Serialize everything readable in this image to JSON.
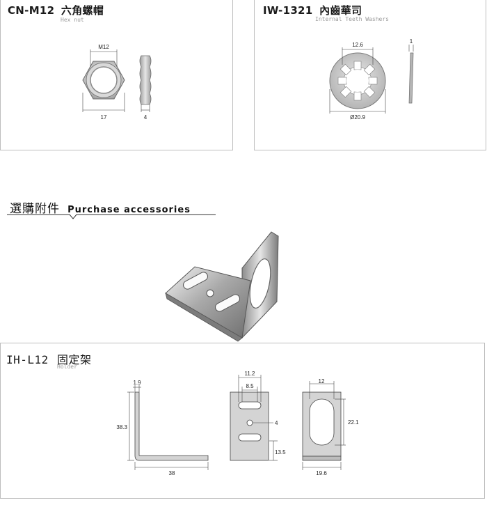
{
  "hex_nut": {
    "code": "CN-M12",
    "name_zh": "六角螺帽",
    "name_en": "Hex nut",
    "dims": {
      "thread": "M12",
      "width": "17",
      "thickness": "4"
    }
  },
  "washer": {
    "code": "IW-1321",
    "name_zh": "內齒華司",
    "name_en": "Internal Teeth Washers",
    "dims": {
      "inner": "12.6",
      "thickness": "1",
      "outer": "Ø20.9"
    }
  },
  "section": {
    "title_zh": "選購附件",
    "title_en": "Purchase accessories"
  },
  "holder": {
    "code": "IH-L12",
    "name_zh": "固定架",
    "name_en": "Holder",
    "dims": {
      "thickness": "1.9",
      "height": "38.3",
      "length": "38",
      "slot_outer": "11.2",
      "slot_inner": "8.5",
      "hole": "4",
      "bottom_offset": "13.5",
      "slot_width": "12",
      "slot_height": "22.1",
      "plate_width": "19.6"
    }
  }
}
